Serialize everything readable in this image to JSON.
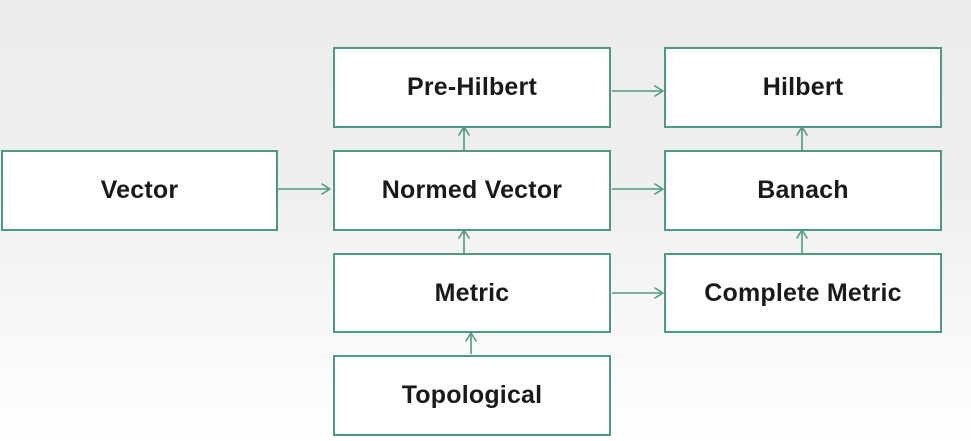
{
  "diagram": {
    "nodes": {
      "vector": "Vector",
      "pre_hilbert": "Pre-Hilbert",
      "normed_vector": "Normed Vector",
      "metric": "Metric",
      "topological": "Topological",
      "hilbert": "Hilbert",
      "banach": "Banach",
      "complete_metric": "Complete Metric"
    },
    "edges": [
      {
        "from": "vector",
        "to": "normed_vector"
      },
      {
        "from": "normed_vector",
        "to": "pre_hilbert"
      },
      {
        "from": "metric",
        "to": "normed_vector"
      },
      {
        "from": "topological",
        "to": "metric"
      },
      {
        "from": "pre_hilbert",
        "to": "hilbert"
      },
      {
        "from": "normed_vector",
        "to": "banach"
      },
      {
        "from": "metric",
        "to": "complete_metric"
      },
      {
        "from": "banach",
        "to": "hilbert"
      },
      {
        "from": "complete_metric",
        "to": "banach"
      }
    ],
    "colors": {
      "box_border": "#4e9a7e",
      "arrow": "#4e9a7e",
      "label_text": "#1a1a1a"
    }
  }
}
